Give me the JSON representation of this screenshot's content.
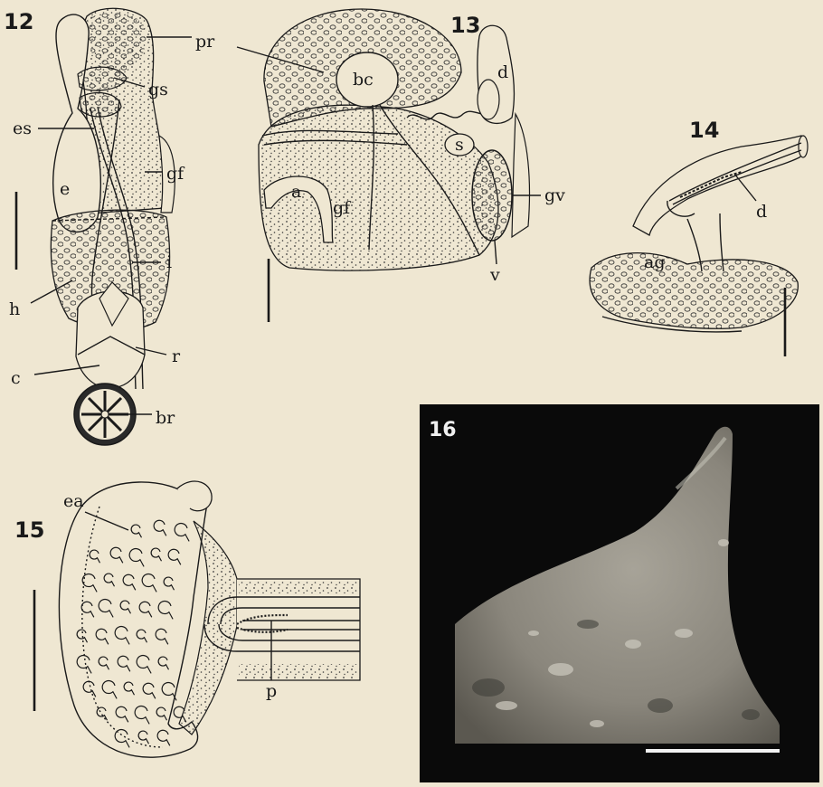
{
  "figures": {
    "fig12": {
      "number": "12",
      "labels": {
        "pr": "pr",
        "gs": "gs",
        "es": "es",
        "gf": "gf",
        "e": "e",
        "i": "i",
        "h": "h",
        "r": "r",
        "c": "c",
        "br": "br"
      }
    },
    "fig13": {
      "number": "13",
      "labels": {
        "bc": "bc",
        "d": "d",
        "s": "s",
        "a": "a",
        "gf": "gf",
        "gv": "gv",
        "v": "v"
      }
    },
    "fig14": {
      "number": "14",
      "labels": {
        "d": "d",
        "ag": "ag"
      }
    },
    "fig15": {
      "number": "15",
      "labels": {
        "ea": "ea",
        "p": "p"
      }
    },
    "fig16": {
      "number": "16"
    }
  },
  "colors": {
    "paper": "#efe7d2",
    "ink": "#1a1a1a",
    "photo_background": "#0a0a0a",
    "photo_subject": "#8f8b80"
  }
}
